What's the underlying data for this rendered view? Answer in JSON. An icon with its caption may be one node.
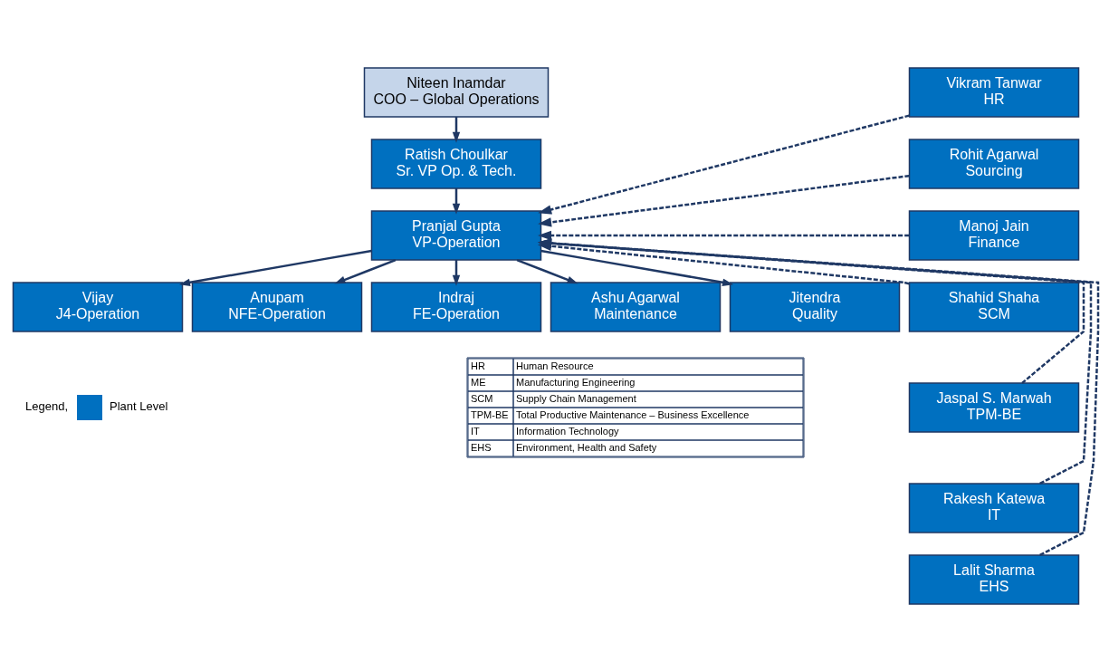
{
  "diagram": {
    "nodes": [
      {
        "text": [
          "Niteen Inamdar",
          "COO – Global Operations"
        ]
      },
      {
        "text": [
          "Ratish Choulkar",
          "Sr. VP Op. & Tech."
        ]
      },
      {
        "text": [
          "Pranjal Gupta",
          "VP-Operation"
        ]
      },
      {
        "text": [
          "Vijay",
          "J4-Operation"
        ]
      },
      {
        "text": [
          "Anupam",
          "NFE-Operation"
        ]
      },
      {
        "text": [
          "Indraj",
          "FE-Operation"
        ]
      },
      {
        "text": [
          "Ashu Agarwal",
          "Maintenance"
        ]
      },
      {
        "text": [
          "Jitendra",
          "Quality"
        ]
      },
      {
        "text": [
          "Vikram Tanwar",
          "HR"
        ]
      },
      {
        "text": [
          "Rohit Agarwal",
          "Sourcing"
        ]
      },
      {
        "text": [
          "Manoj Jain",
          "Finance"
        ]
      },
      {
        "text": [
          "Shahid Shaha",
          "SCM"
        ]
      },
      {
        "text": [
          "Jaspal S. Marwah",
          "TPM-BE"
        ]
      },
      {
        "text": [
          "Rakesh Katewa",
          "IT"
        ]
      },
      {
        "text": [
          "Lalit Sharma",
          "EHS"
        ]
      }
    ],
    "edges": [
      {
        "from": 0,
        "to": 1,
        "arrow": "to"
      },
      {
        "from": 1,
        "to": 2,
        "arrow": "to"
      },
      {
        "from": 2,
        "to": 3,
        "arrow": "to"
      },
      {
        "from": 2,
        "to": 4,
        "arrow": "to"
      },
      {
        "from": 2,
        "to": 5,
        "arrow": "to"
      },
      {
        "from": 2,
        "to": 6,
        "arrow": "to"
      },
      {
        "from": 2,
        "to": 7,
        "arrow": "to"
      },
      {
        "from": 8,
        "to": 2,
        "arrow": "to",
        "style": "dashed"
      },
      {
        "from": 9,
        "to": 2,
        "arrow": "to",
        "style": "dashed"
      },
      {
        "from": 10,
        "to": 2,
        "arrow": "to",
        "style": "dashed"
      },
      {
        "from": 11,
        "to": 2,
        "arrow": "to",
        "style": "dashed"
      },
      {
        "from": 12,
        "to": 2,
        "arrow": "to",
        "style": "dashed"
      },
      {
        "from": 13,
        "to": 2,
        "arrow": "to",
        "style": "dashed"
      },
      {
        "from": 14,
        "to": 2,
        "arrow": "to",
        "style": "dashed"
      }
    ],
    "labels": [
      "HR",
      "Human Resource",
      "ME",
      "Manufacturing Engineering",
      "SCM",
      "Supply Chain Management",
      "TPM-BE",
      "Total Productive Maintenance – Business Excellence",
      "IT",
      "Information Technology",
      "EHS",
      "Environment, Health and Safety",
      "Legend,"
    ],
    "legend": [
      {
        "text": "Plant Level",
        "color": "#0070c0"
      }
    ]
  }
}
